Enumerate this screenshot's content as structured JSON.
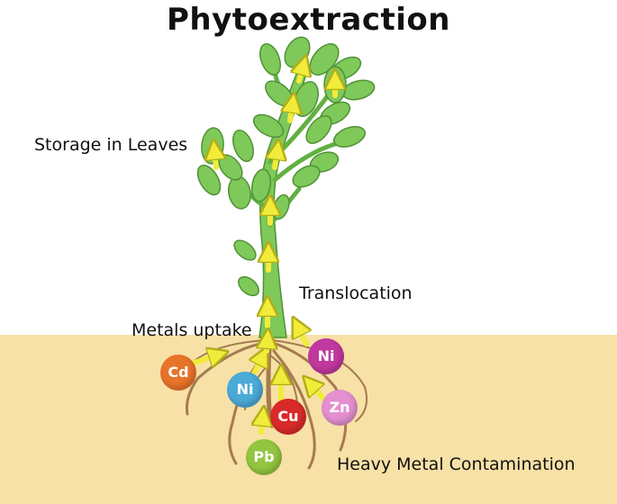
{
  "title": "Phytoextraction",
  "labels": {
    "storage": "Storage in Leaves",
    "translocation": "Translocation",
    "uptake": "Metals uptake",
    "contamination": "Heavy Metal Contamination"
  },
  "metals": [
    {
      "symbol": "Cd",
      "color": "#e8732a"
    },
    {
      "symbol": "Ni",
      "color": "#4aaad8"
    },
    {
      "symbol": "Cu",
      "color": "#d92a2a"
    },
    {
      "symbol": "Ni",
      "color": "#c1389f"
    },
    {
      "symbol": "Zn",
      "color": "#e48fd0"
    },
    {
      "symbol": "Pb",
      "color": "#93c540"
    }
  ],
  "colors": {
    "soil": "#f7e1a6",
    "leaf": "#7fc85a",
    "leaf_edge": "#4f9236",
    "root": "#a57a50",
    "arrow": "#f1ec3a"
  }
}
